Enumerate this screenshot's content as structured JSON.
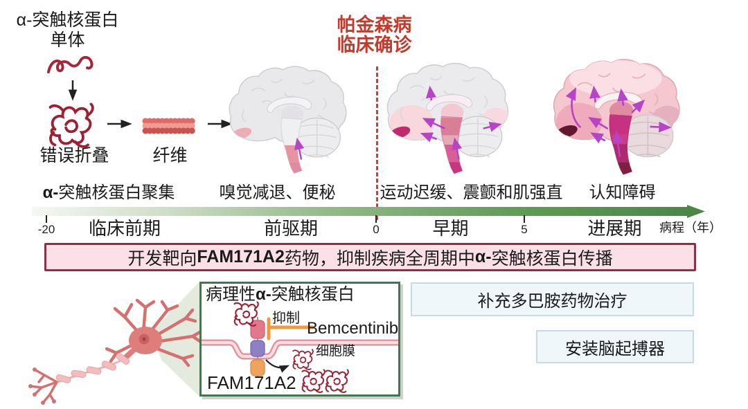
{
  "flow": {
    "monomer_title": "α-突触核蛋白",
    "monomer_subtitle": "单体",
    "misfolded_label": "错误折叠",
    "fibril_label": "纤维"
  },
  "diagnosis": {
    "line1": "帕金森病",
    "line2": "临床确诊"
  },
  "timeline": {
    "symptoms": [
      {
        "bold": "α-",
        "text": "突触核蛋白聚集"
      },
      {
        "bold": "",
        "text": "嗅觉减退、便秘"
      },
      {
        "bold": "",
        "text": "运动迟缓、震颤和肌强直"
      },
      {
        "bold": "",
        "text": "认知障碍"
      }
    ],
    "ticks": [
      "-20",
      "0",
      "5"
    ],
    "stages": [
      "临床前期",
      "前驱期",
      "早期",
      "进展期"
    ],
    "axis_label": "病程（年）"
  },
  "banner": {
    "part1": "开发靶向",
    "part2": "FAM171A2",
    "part3": "药物，抑制疾病全周期中",
    "part4": "α-",
    "part5": "突触核蛋白传播"
  },
  "inset": {
    "title_part1": "病理性",
    "title_part2": "α-",
    "title_part3": "突触核蛋白",
    "inhibit_label": "抑制",
    "drug_name": "Bemcentinib",
    "membrane_label": "细胞膜",
    "receptor_label": "FAM171A2"
  },
  "treatments": [
    {
      "label": "补充多巴胺药物治疗"
    },
    {
      "label": "安装脑起搏器"
    }
  ],
  "colors": {
    "diagnosis_red": "#c23b2c",
    "banner_bg": "#fbe0e8",
    "banner_border": "#8e2f47",
    "timeline_green_end": "#4c8746",
    "spread_arrow_magenta": "#b743c6",
    "inset_border_green": "#44754f",
    "treatment_bg": "#f0f7fb",
    "treatment_border": "#c3dcea",
    "aggregate_red": "#9e2033",
    "inhibit_orange": "#ef9a3d"
  }
}
